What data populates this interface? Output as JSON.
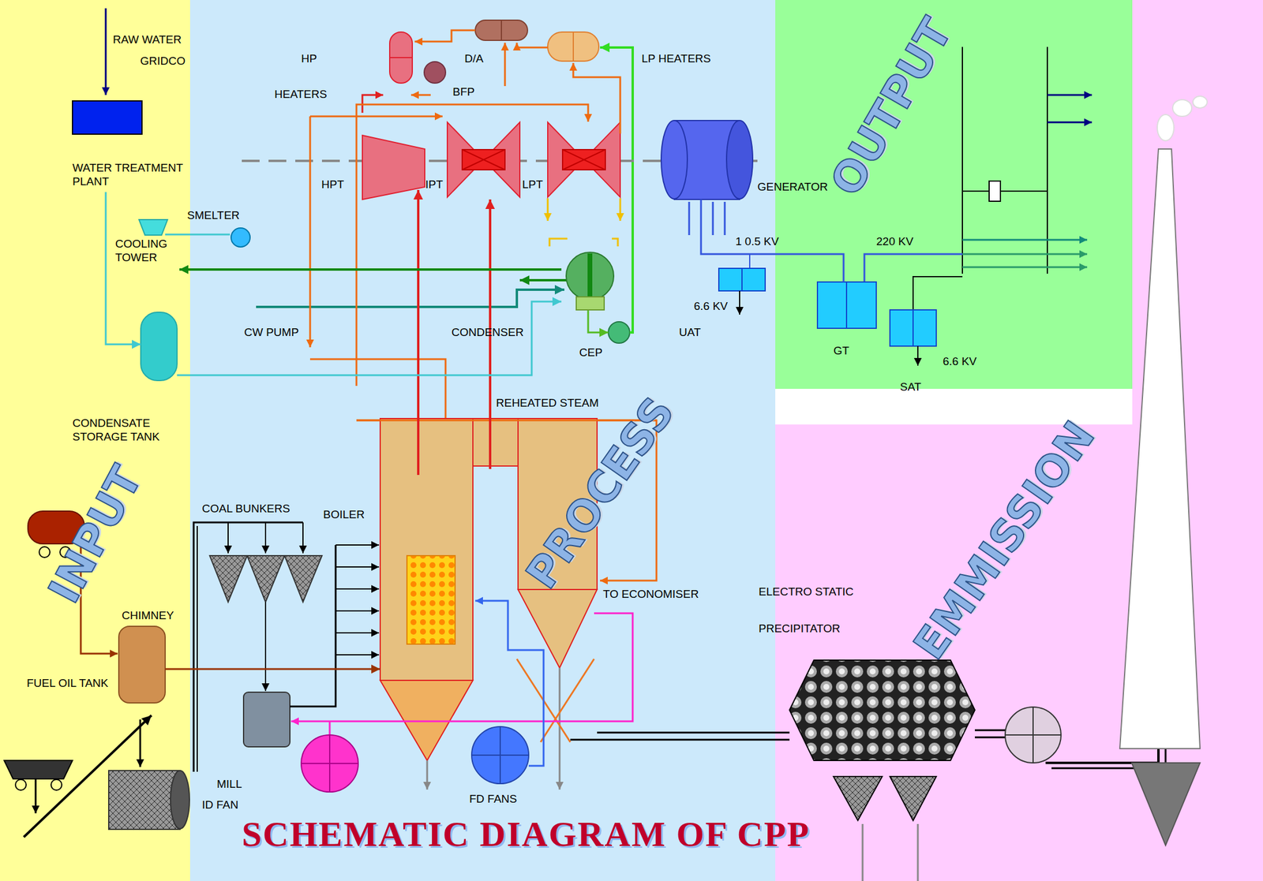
{
  "diagram": {
    "title": "SCHEMATIC DIAGRAM OF CPP",
    "nodes": [
      {
        "text": [
          "WATER TREATMENT PLANT"
        ]
      },
      {
        "text": [
          "GENERATOR"
        ]
      },
      {
        "text": [
          "COOLING TOWER"
        ]
      },
      {
        "text": [
          "CONDENSER"
        ]
      },
      {
        "text": [
          "UAT"
        ]
      },
      {
        "text": [
          "GT"
        ]
      },
      {
        "text": [
          "SAT"
        ]
      },
      {
        "text": [
          "CEP"
        ]
      },
      {
        "text": [
          "CONDENSATE STORAGE TANK"
        ]
      },
      {
        "text": [
          "BOILER"
        ]
      },
      {
        "text": [
          "ELECTRO STATIC PRECIPITATOR"
        ]
      },
      {
        "text": [
          "FUEL OIL TANK"
        ]
      }
    ],
    "edges": [
      {
        "from": 0,
        "to": 8,
        "arrow": "to"
      },
      {
        "from": 8,
        "to": 3,
        "arrow": "to"
      },
      {
        "from": 3,
        "to": 2,
        "arrow": "to"
      },
      {
        "from": 3,
        "to": 7,
        "arrow": "to"
      },
      {
        "from": 11,
        "to": 9,
        "arrow": "to"
      },
      {
        "from": 1,
        "to": 5,
        "arrow": "none"
      },
      {
        "from": 9,
        "to": 10,
        "arrow": "none"
      }
    ],
    "labels": [
      "RAW WATER",
      "GRIDCO",
      "HP",
      "D/A",
      "LP HEATERS",
      "HEATERS",
      "BFP",
      "HPT",
      "IPT",
      "LPT",
      "SMELTER",
      "1 0.5 KV",
      "220 KV",
      "OUTPUT",
      "6.6 KV",
      "CW PUMP",
      "6.6 KV",
      "REHEATED STEAM",
      "INPUT",
      "PROCESS",
      "COAL BUNKERS",
      "TO ECONOMISER",
      "EMMISSION",
      "CHIMNEY",
      "MILL",
      "ID FAN",
      "FD FANS"
    ]
  }
}
